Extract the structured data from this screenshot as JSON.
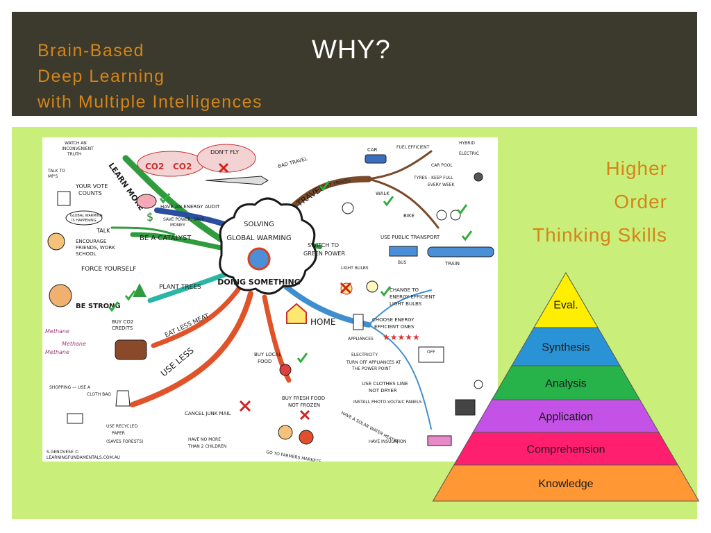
{
  "header": {
    "subtitle_lines": [
      "Brain-Based",
      "Deep Learning",
      "with Multiple Intelligences"
    ],
    "title": "WHY?"
  },
  "mindmap": {
    "center_top": "SOLVING",
    "center_mid": "GLOBAL WARMING",
    "center_bottom": "DOING SOMETHING",
    "branches": {
      "learn_more": "LEARN MORE",
      "catalyst": "BE A CATALYST",
      "plant_trees": "PLANT TREES",
      "eat_less_meat": "EAT LESS MEAT",
      "use_less": "USE LESS",
      "home": "HOME",
      "travel": "TRAVEL",
      "switch": "SWITCH TO",
      "green_power": "GREEN POWER"
    },
    "labels": {
      "watch": "WATCH AN",
      "inconvenient": "INCONVENIENT",
      "truth": "TRUTH",
      "talk_to": "TALK TO",
      "mps": "MP'S",
      "your_vote": "YOUR VOTE",
      "counts": "COUNTS",
      "gw1": "GLOBAL WARMING",
      "gw2": "IS HAPPENING",
      "talk": "TALK",
      "encourage1": "ENCOURAGE",
      "encourage2": "FRIENDS, WORK",
      "encourage3": "SCHOOL",
      "force": "FORCE YOURSELF",
      "be_strong": "BE STRONG",
      "energy_audit": "HAVE AN ENERGY AUDIT",
      "save1": "SAVE POWER, SAVE",
      "save2": "MONEY",
      "dont_fly": "DON'T FLY",
      "co2a": "CO2",
      "co2b": "CO2",
      "bad_travel": "BAD TRAVEL",
      "best_travel": "BEST TRAVEL",
      "car": "CAR",
      "fuel_efficient": "FUEL EFFICIENT",
      "hybrid": "HYBRID",
      "electric": "ELECTRIC",
      "car_pool": "CAR POOL",
      "tyres1": "TYRES - KEEP FULL",
      "tyres2": "EVERY WEEK",
      "walk": "WALK",
      "bike": "BIKE",
      "public_transport": "USE PUBLIC TRANSPORT",
      "bus": "BUS",
      "train": "TRAIN",
      "light_bulbs": "LIGHT BULBS",
      "change1": "CHANGE TO",
      "change2": "ENERGY EFFICIENT",
      "change3": "LIGHT BULBS",
      "choose1": "CHOOSE ENERGY",
      "choose2": "EFFICIENT ONES",
      "appliances": "APPLIANCES",
      "electricity": "ELECTRICITY",
      "turn_off1": "TURN OFF APPLIANCES AT",
      "turn_off2": "THE POWER POINT",
      "off": "OFF",
      "clothes1": "USE CLOTHES LINE",
      "clothes2": "NOT DRYER",
      "photo": "INSTALL PHOTO-VOLTAIC PANELS",
      "solar": "HAVE A SOLAR WATER HEATER",
      "insulation": "HAVE INSULATION",
      "buy_co2_1": "BUY CO2",
      "buy_co2_2": "CREDITS",
      "methane1": "Methane",
      "methane2": "Methane",
      "methane3": "Methane",
      "shopping1": "SHOPPING — USE A",
      "shopping2": "CLOTH BAG",
      "recycled1": "USE RECYCLED",
      "recycled2": "PAPER",
      "recycled3": "(SAVES FORESTS)",
      "junk_mail": "CANCEL JUNK MAIL",
      "children1": "HAVE NO MORE",
      "children2": "THAN 2 CHILDREN",
      "buy_local1": "BUY LOCAL",
      "buy_local2": "FOOD",
      "fresh1": "BUY FRESH FOOD",
      "fresh2": "NOT FROZEN",
      "markets": "GO TO FARMERS MARKETS",
      "credit1": "S.GENOVESE ©",
      "credit2": "LEARNINGFUNDAMENTALS.COM.AU"
    }
  },
  "hots": {
    "lines": [
      "Higher",
      "Order",
      "Thinking Skills"
    ]
  },
  "pyramid": {
    "levels": [
      {
        "label": "Eval.",
        "color": "#ffee00"
      },
      {
        "label": "Synthesis",
        "color": "#2a93d5"
      },
      {
        "label": "Analysis",
        "color": "#27b24a"
      },
      {
        "label": "Application",
        "color": "#c452e6"
      },
      {
        "label": "Comprehension",
        "color": "#ff1f6e"
      },
      {
        "label": "Knowledge",
        "color": "#ff9735"
      }
    ]
  },
  "colors": {
    "header_bg": "#3b3a2c",
    "accent_orange": "#d4841a",
    "content_bg": "#c9ef7a"
  }
}
